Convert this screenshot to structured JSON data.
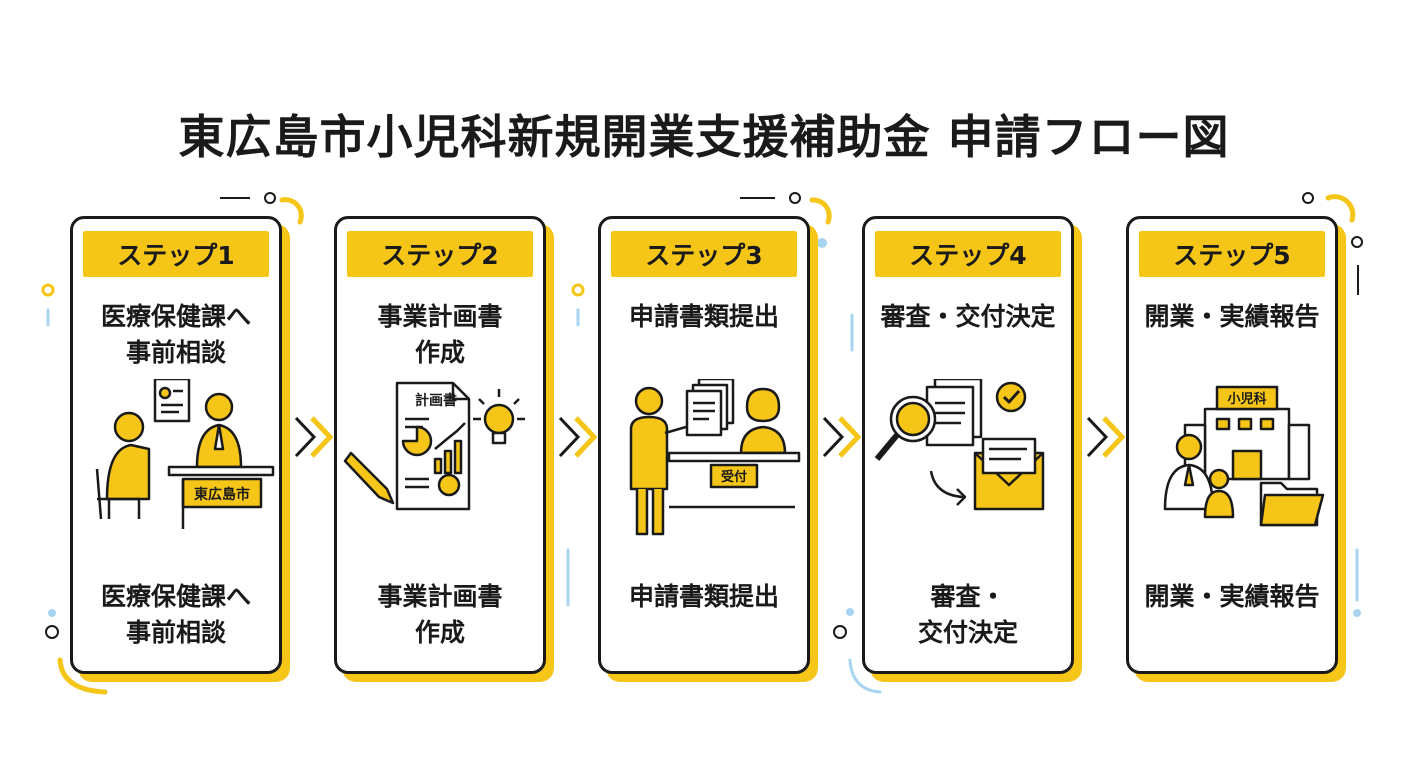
{
  "title": "東広島市小児科新規開業支援補助金 申請フロー図",
  "steps": [
    {
      "label": "ステップ1",
      "top_text": "医療保健課へ\n事前相談",
      "bottom_text": "医療保健課へ\n事前相談",
      "illustration_sign": "東広島市"
    },
    {
      "label": "ステップ2",
      "top_text": "事業計画書\n作成",
      "bottom_text": "事業計画書\n作成",
      "illustration_sign": "計画書"
    },
    {
      "label": "ステップ3",
      "top_text": "申請書類提出",
      "bottom_text": "申請書類提出",
      "illustration_sign": "受付"
    },
    {
      "label": "ステップ4",
      "top_text": "審査・交付決定",
      "bottom_text": "審査・\n交付決定"
    },
    {
      "label": "ステップ5",
      "top_text": "開業・実績報告",
      "bottom_text": "開業・実績報告",
      "illustration_sign": "小児科"
    }
  ],
  "icons": [
    "consultation-icon",
    "business-plan-icon",
    "submission-icon",
    "review-approval-icon",
    "clinic-opening-icon",
    "chevron-right-icon"
  ],
  "colors": {
    "accent": "#f5c518",
    "outline": "#1a1a1a",
    "deco_blue": "#a9d4f0",
    "background": "#ffffff"
  }
}
